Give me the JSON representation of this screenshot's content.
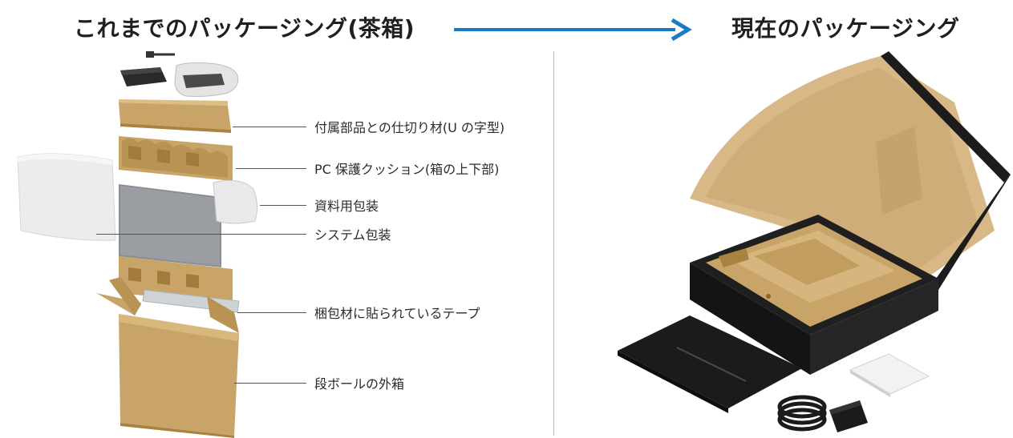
{
  "header": {
    "before_title": "これまでのパッケージング(茶箱)",
    "after_title": "現在のパッケージング"
  },
  "components": [
    {
      "id": "u-divider",
      "label": "付属部品との仕切り材(U の字型)"
    },
    {
      "id": "pc-cushion",
      "label": "PC 保護クッション(箱の上下部)"
    },
    {
      "id": "docs-pack",
      "label": "資料用包装"
    },
    {
      "id": "system-pack",
      "label": "システム包装"
    },
    {
      "id": "tape",
      "label": "梱包材に貼られているテープ"
    },
    {
      "id": "outer-box",
      "label": "段ボールの外箱"
    }
  ],
  "colors": {
    "arrow": "#1a7bc4",
    "cardboard": "#c9a468",
    "cardboard_dark": "#a9823f",
    "black_box": "#1c1c1c",
    "divider": "#b9b9b9"
  }
}
